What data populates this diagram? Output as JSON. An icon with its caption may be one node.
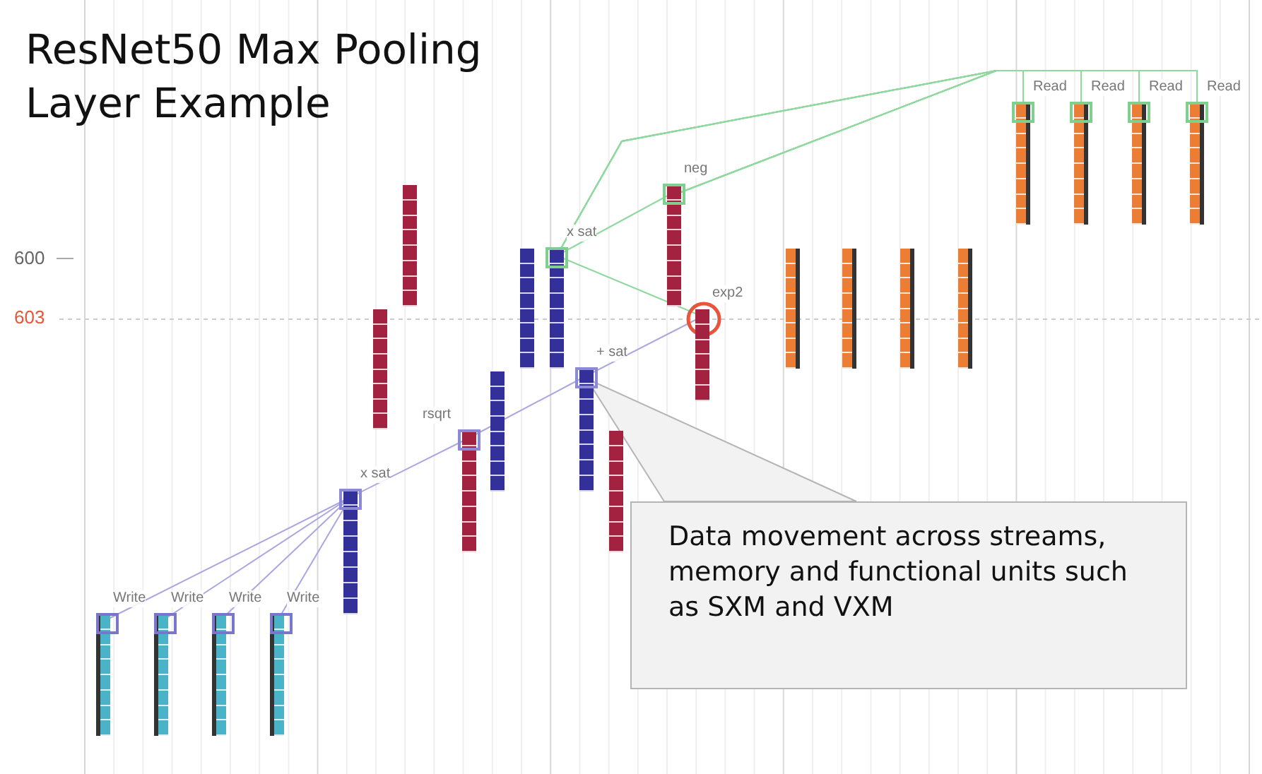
{
  "diagram": {
    "title": "ResNet50 Max Pooling Layer Example",
    "nodes": [
      {
        "text": [
          "Read"
        ]
      },
      {
        "text": [
          "Read"
        ]
      },
      {
        "text": [
          "Read"
        ]
      },
      {
        "text": [
          "Read"
        ]
      },
      {
        "text": [
          "neg"
        ]
      },
      {
        "text": [
          "x sat"
        ]
      },
      {
        "text": [
          "exp2"
        ]
      },
      {
        "text": [
          "+ sat"
        ]
      },
      {
        "text": [
          "rsqrt"
        ]
      },
      {
        "text": [
          "x sat"
        ]
      },
      {
        "text": [
          "Write"
        ]
      },
      {
        "text": [
          "Write"
        ]
      },
      {
        "text": [
          "Write"
        ]
      },
      {
        "text": [
          "Write"
        ]
      },
      {
        "text": [
          "Data movement across streams, memory and functional units such as SXM and VXM"
        ]
      },
      {
        "text": [],
        "shape": "bar"
      },
      {
        "text": [],
        "shape": "bar"
      },
      {
        "text": [],
        "shape": "bar"
      },
      {
        "text": [],
        "shape": "bar"
      },
      {
        "text": [],
        "shape": "bar"
      },
      {
        "text": [],
        "shape": "bar"
      },
      {
        "text": [],
        "shape": "bar"
      },
      {
        "text": [],
        "shape": "bar"
      },
      {
        "text": [],
        "shape": "bar"
      }
    ],
    "edges": [
      {
        "from": 0,
        "to": 4,
        "arrow": "none"
      },
      {
        "from": 1,
        "to": 4,
        "arrow": "none"
      },
      {
        "from": 2,
        "to": 4,
        "arrow": "none"
      },
      {
        "from": 3,
        "to": 4,
        "arrow": "none"
      },
      {
        "from": 0,
        "to": 5,
        "arrow": "none"
      },
      {
        "from": 1,
        "to": 5,
        "arrow": "none"
      },
      {
        "from": 2,
        "to": 5,
        "arrow": "none"
      },
      {
        "from": 3,
        "to": 5,
        "arrow": "none"
      },
      {
        "from": 5,
        "to": 4,
        "arrow": "none"
      },
      {
        "from": 5,
        "to": 6,
        "arrow": "none"
      },
      {
        "from": 10,
        "to": 9,
        "arrow": "none",
        "color": "#aaa6e0"
      },
      {
        "from": 11,
        "to": 9,
        "arrow": "none",
        "color": "#aaa6e0"
      },
      {
        "from": 12,
        "to": 9,
        "arrow": "none",
        "color": "#aaa6e0"
      },
      {
        "from": 13,
        "to": 9,
        "arrow": "none",
        "color": "#aaa6e0"
      },
      {
        "from": 9,
        "to": 8,
        "arrow": "none",
        "color": "#aaa6e0"
      },
      {
        "from": 8,
        "to": 7,
        "arrow": "none",
        "color": "#aaa6e0"
      },
      {
        "from": 7,
        "to": 6,
        "arrow": "none",
        "color": "#aaa6e0"
      },
      {
        "from": 14,
        "to": 7,
        "arrow": "none",
        "color": "#bbbbbb"
      }
    ],
    "labels": [
      "600",
      "603"
    ]
  }
}
